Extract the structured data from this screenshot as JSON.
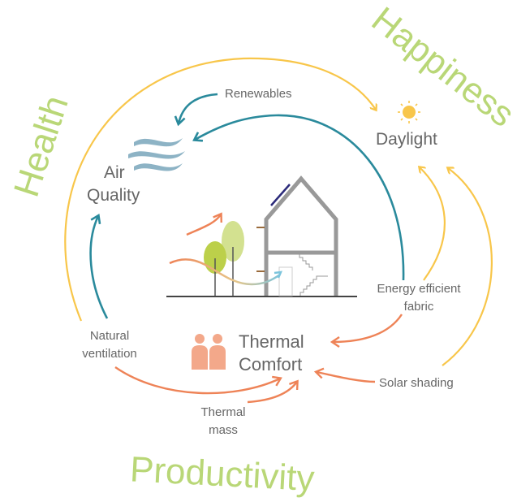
{
  "themes": {
    "health": "Health",
    "happiness": "Happiness",
    "productivity": "Productivity"
  },
  "outcomes": {
    "air_quality_1": "Air",
    "air_quality_2": "Quality",
    "daylight": "Daylight",
    "thermal_1": "Thermal",
    "thermal_2": "Comfort"
  },
  "drivers": {
    "renewables": "Renewables",
    "energy_1": "Energy efficient",
    "energy_2": "fabric",
    "natural_1": "Natural",
    "natural_2": "ventilation",
    "thermal_mass_1": "Thermal",
    "thermal_mass_2": "mass",
    "solar_shading": "Solar shading"
  },
  "colors": {
    "yellow": "#f8c64a",
    "teal": "#2a8a9c",
    "orange": "#ee8357",
    "green": "#b9d777",
    "people": "#f3a88a"
  }
}
